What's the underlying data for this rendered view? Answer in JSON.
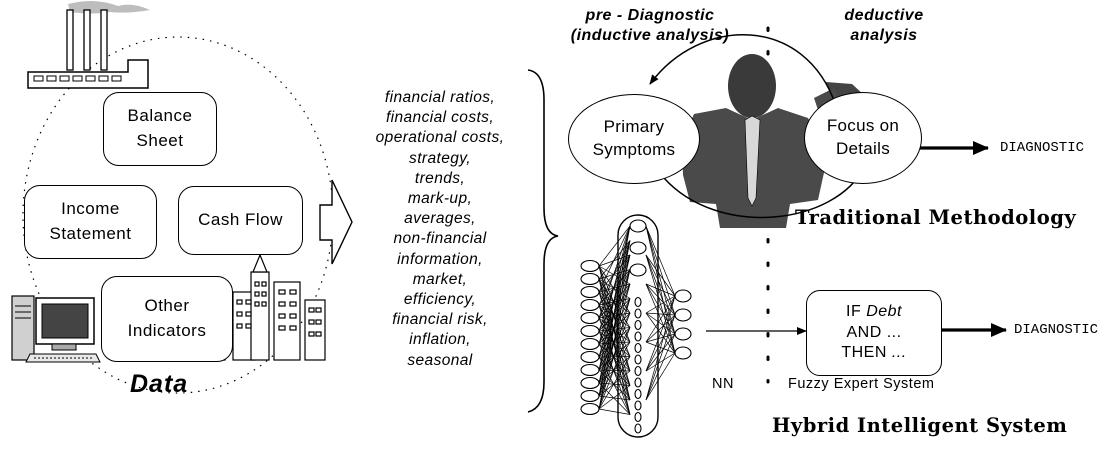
{
  "data_section": {
    "title": "Data",
    "balance_sheet": [
      "Balance",
      "Sheet"
    ],
    "income_statement": [
      "Income",
      "Statement"
    ],
    "cash_flow": "Cash Flow",
    "other_indicators": [
      "Other",
      "Indicators"
    ]
  },
  "factors": [
    "financial ratios,",
    "financial costs,",
    "operational costs,",
    "strategy,",
    "trends,",
    "mark-up,",
    "averages,",
    "non-financial",
    "information,",
    "market,",
    "efficiency,",
    "financial risk,",
    "inflation,",
    "seasonal"
  ],
  "traditional": {
    "pre_diagnostic": "pre - Diagnostic",
    "inductive": "(inductive analysis)",
    "deductive": [
      "deductive",
      "analysis"
    ],
    "primary_symptoms": [
      "Primary",
      "Symptoms"
    ],
    "focus_details": [
      "Focus on",
      "Details"
    ],
    "diagnostic": "DIAGNOSTIC",
    "title": "Traditional Methodology"
  },
  "hybrid": {
    "rule_line1_plain": "IF ",
    "rule_line1_italic": "Debt",
    "rule_line2": "AND ...",
    "rule_line3_plain": "THEN ",
    "rule_line3_italic": "...",
    "nn_label": "NN",
    "fuzzy_label": "Fuzzy Expert System",
    "diagnostic": "DIAGNOSTIC",
    "title": "Hybrid Intelligent System"
  }
}
